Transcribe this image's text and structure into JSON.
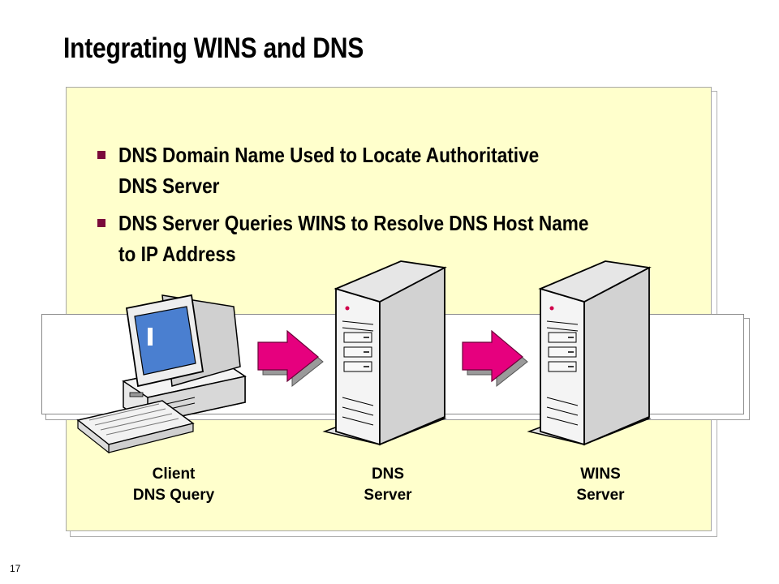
{
  "slide": {
    "title": "Integrating WINS and DNS",
    "page_number": "17"
  },
  "bullets": [
    {
      "lines": [
        "DNS Domain Name Used to Locate Authoritative",
        "DNS Server"
      ]
    },
    {
      "lines": [
        "DNS Server Queries WINS to Resolve DNS Host Name",
        "to IP Address"
      ]
    }
  ],
  "diagram": {
    "client_caption": [
      "Client",
      "DNS Query"
    ],
    "dns_caption": [
      "DNS",
      "Server"
    ],
    "wins_caption": [
      "WINS",
      "Server"
    ],
    "icons": [
      "computer-icon",
      "arrow-right-icon",
      "server-tower-icon",
      "arrow-right-icon",
      "server-tower-icon"
    ]
  },
  "colors": {
    "panel_background": "#ffffcc",
    "arrow": "#e6007e",
    "bullet": "#7a0a3a",
    "screen": "#4a7fd0"
  }
}
